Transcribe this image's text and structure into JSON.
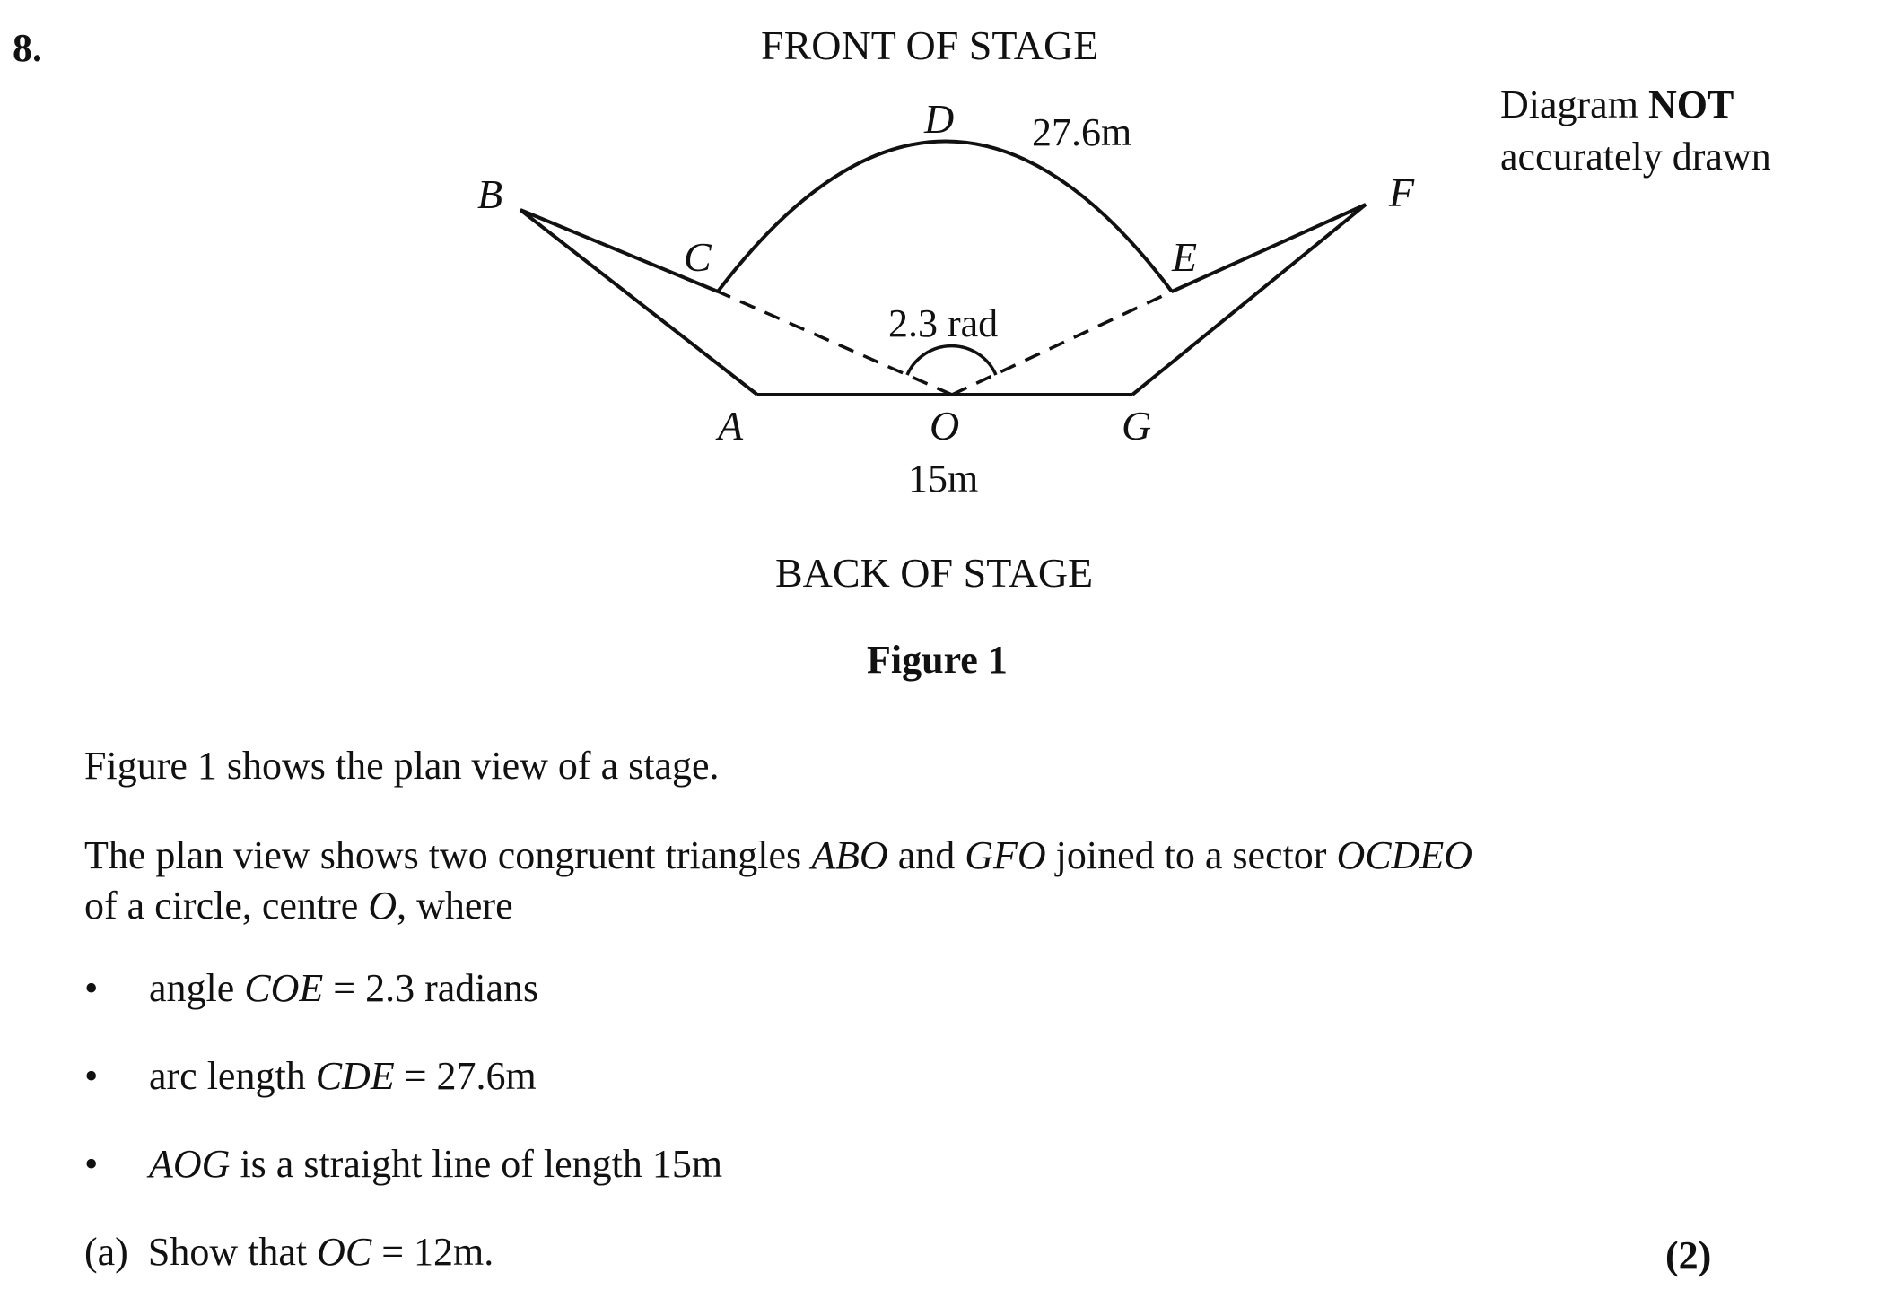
{
  "question": {
    "number": "8.",
    "front_label": "FRONT OF STAGE",
    "back_label": "BACK OF STAGE",
    "figure_caption": "Figure 1",
    "note": {
      "line1_prefix": "Diagram ",
      "line1_bold": "NOT",
      "line2": "accurately drawn"
    }
  },
  "diagram": {
    "points": {
      "A": "A",
      "B": "B",
      "C": "C",
      "D": "D",
      "E": "E",
      "F": "F",
      "G": "G",
      "O": "O"
    },
    "arc_label": "27.6m",
    "angle_label": "2.3 rad",
    "base_label": "15m"
  },
  "text": {
    "p1": "Figure 1 shows the plan view of a stage.",
    "p2_a": "The plan view shows two congruent triangles ",
    "p2_abo": "ABO",
    "p2_and": " and ",
    "p2_gfo": "GFO",
    "p2_b": " joined to a sector ",
    "p2_ocdeo": "OCDEO",
    "p2_c": "of a circle, centre ",
    "p2_o": "O",
    "p2_d": ", where",
    "bullets": [
      {
        "pre": "angle ",
        "it": "COE",
        "post": " = 2.3 radians"
      },
      {
        "pre": "arc length ",
        "it": "CDE",
        "post": " = 27.6m"
      },
      {
        "pre": "",
        "it": "AOG",
        "post": " is a straight line of length 15m"
      }
    ],
    "bullet_symbol": "•",
    "part_a": {
      "label": "(a)",
      "pre": "Show that ",
      "it": "OC",
      "post": " = 12m.",
      "marks": "(2)"
    }
  }
}
